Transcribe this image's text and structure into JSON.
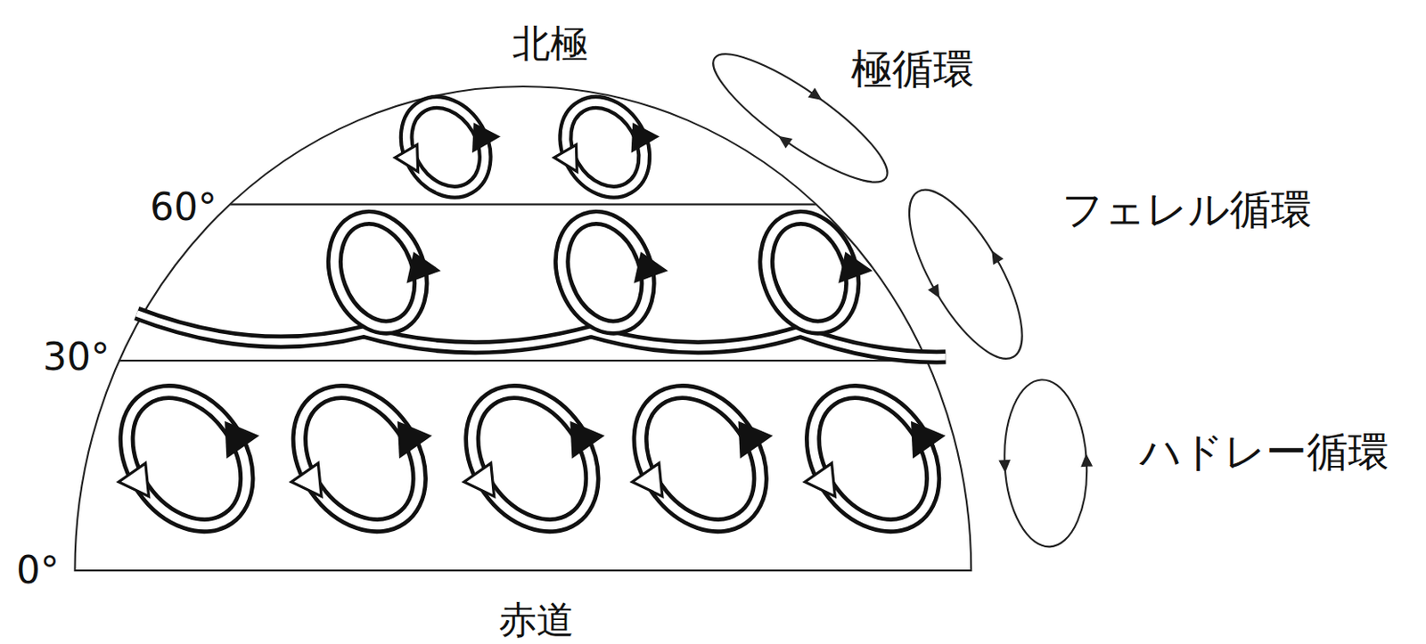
{
  "diagram": {
    "labels": [
      "北極",
      "60°",
      "30°",
      "0°",
      "赤道",
      "極循環",
      "フェレル循環",
      "ハドレー循環"
    ]
  }
}
